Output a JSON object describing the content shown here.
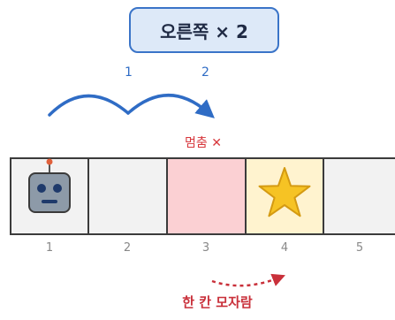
{
  "command": {
    "label": "오른쪽 × 2"
  },
  "jumps": [
    "1",
    "2"
  ],
  "stop_label": "멈춤 ✕",
  "cells": [
    {
      "number": "1",
      "content": "robot-icon"
    },
    {
      "number": "2",
      "content": ""
    },
    {
      "number": "3",
      "content": "stop"
    },
    {
      "number": "4",
      "content": "star-icon"
    },
    {
      "number": "5",
      "content": ""
    }
  ],
  "shortfall_label": "한 칸 모자람",
  "colors": {
    "arrow_blue": "#2f6cc5",
    "stop_cell": "#fbd0d3",
    "goal_cell": "#fff3cf",
    "empty_cell": "#f2f2f2",
    "star": "#f6c324",
    "robot": "#8d9aa8",
    "warning_red": "#c9303a"
  }
}
